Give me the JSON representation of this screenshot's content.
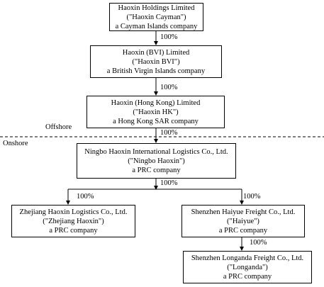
{
  "entities": {
    "cayman": {
      "name": "Haoxin Holdings Limited",
      "alias": "(\"Haoxin Cayman\")",
      "type": "a Cayman Islands company"
    },
    "bvi": {
      "name": "Haoxin (BVI) Limited",
      "alias": "(\"Haoxin BVI\")",
      "type": "a British Virgin Islands company"
    },
    "hk": {
      "name": "Haoxin (Hong Kong) Limited",
      "alias": "(\"Haoxin HK\")",
      "type": "a Hong Kong SAR company"
    },
    "ningbo": {
      "name": "Ningbo Haoxin International Logistics Co., Ltd.",
      "alias": "(\"Ningbo Haoxin\")",
      "type": "a PRC company"
    },
    "zhejiang": {
      "name": "Zhejiang Haoxin Logistics Co., Ltd.",
      "alias": "(\"Zhejiang Haoxin\")",
      "type": "a PRC company"
    },
    "haiyue": {
      "name": "Shenzhen Haiyue Freight Co., Ltd.",
      "alias": "(\"Haiyue\")",
      "type": "a PRC company"
    },
    "longanda": {
      "name": "Shenzhen Longanda Freight Co., Ltd.",
      "alias": "(\"Longanda\")",
      "type": "a PRC company"
    }
  },
  "ownership": {
    "cayman_bvi": "100%",
    "bvi_hk": "100%",
    "hk_ningbo": "100%",
    "ningbo_group": "100%",
    "ningbo_zhejiang": "100%",
    "ningbo_haiyue": "100%",
    "haiyue_longanda": "100%"
  },
  "regions": {
    "offshore": "Offshore",
    "onshore": "Onshore"
  }
}
